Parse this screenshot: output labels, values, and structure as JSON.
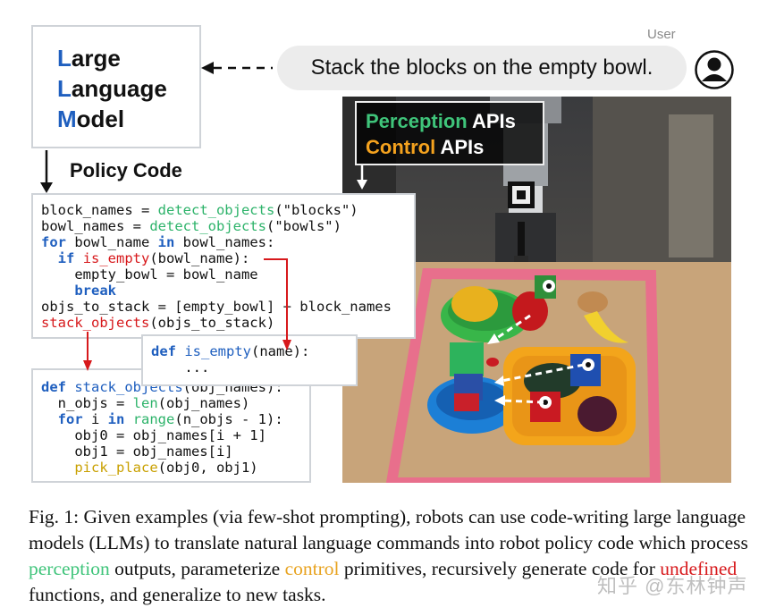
{
  "llm": {
    "line1_cap": "L",
    "line1_rest": "arge",
    "line2_cap": "L",
    "line2_rest": "anguage",
    "line3_cap": "M",
    "line3_rest": "odel"
  },
  "policy_label": "Policy Code",
  "user": {
    "label": "User",
    "message": "Stack the blocks on the empty bowl."
  },
  "apis": {
    "perception": "Perception",
    "control": "Control",
    "suffix": "APIs"
  },
  "code_main": [
    [
      [
        "block_names = ",
        ""
      ],
      [
        "detect_objects",
        "gr"
      ],
      [
        "(\"blocks\")",
        ""
      ]
    ],
    [
      [
        "bowl_names = ",
        ""
      ],
      [
        "detect_objects",
        "gr"
      ],
      [
        "(\"bowls\")",
        ""
      ]
    ],
    [
      [
        "for",
        "kw"
      ],
      [
        " bowl_name ",
        ""
      ],
      [
        "in",
        "kw"
      ],
      [
        " bowl_names:",
        ""
      ]
    ],
    [
      [
        "  ",
        ""
      ],
      [
        "if",
        "kw"
      ],
      [
        " ",
        ""
      ],
      [
        "is_empty",
        "rd"
      ],
      [
        "(bowl_name):",
        ""
      ]
    ],
    [
      [
        "    empty_bowl = bowl_name",
        ""
      ]
    ],
    [
      [
        "    ",
        ""
      ],
      [
        "break",
        "kw"
      ]
    ],
    [
      [
        "objs_to_stack = [empty_bowl] + block_names",
        ""
      ]
    ],
    [
      [
        "stack_objects",
        "rd"
      ],
      [
        "(objs_to_stack)",
        ""
      ]
    ]
  ],
  "code_isempty": [
    [
      [
        "def",
        "kw"
      ],
      [
        " ",
        ""
      ],
      [
        "is_empty",
        "bl"
      ],
      [
        "(name):",
        ""
      ]
    ],
    [
      [
        "    ...",
        ""
      ]
    ]
  ],
  "code_stack": [
    [
      [
        "def",
        "kw"
      ],
      [
        " ",
        ""
      ],
      [
        "stack_objects",
        "bl"
      ],
      [
        "(obj_names):",
        ""
      ]
    ],
    [
      [
        "  n_objs = ",
        ""
      ],
      [
        "len",
        "gr"
      ],
      [
        "(obj_names)",
        ""
      ]
    ],
    [
      [
        "  ",
        ""
      ],
      [
        "for",
        "kw"
      ],
      [
        " i ",
        ""
      ],
      [
        "in",
        "kw"
      ],
      [
        " ",
        ""
      ],
      [
        "range",
        "gr"
      ],
      [
        "(n_objs - 1):",
        ""
      ]
    ],
    [
      [
        "    obj0 = obj_names[i + 1]",
        ""
      ]
    ],
    [
      [
        "    obj1 = obj_names[i]",
        ""
      ]
    ],
    [
      [
        "    ",
        ""
      ],
      [
        "pick_place",
        "yl"
      ],
      [
        "(obj0, obj1)",
        ""
      ]
    ]
  ],
  "caption": {
    "t1": "Fig. 1: Given examples (via few-shot prompting), robots can use code-writing large language models (LLMs) to translate natural language commands into robot policy code which process ",
    "perception": "perception",
    "t2": " outputs, parameterize ",
    "control": "control",
    "t3": " primitives, recursively generate code for ",
    "undefined": "undefined",
    "t4": " functions, and generalize to new tasks."
  },
  "watermark": "知乎 @东林钟声",
  "colors": {
    "accent_blue": "#1f5fbf",
    "perception_green": "#3fc47a",
    "control_orange": "#f4a21e",
    "undefined_red": "#d7191c"
  }
}
